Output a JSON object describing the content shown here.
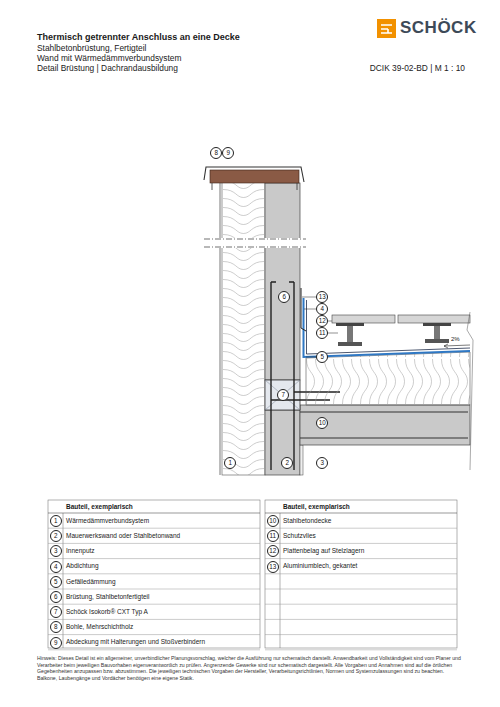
{
  "diagram": {
    "title": "Thermisch getrennter Anschluss an eine Decke",
    "labels": [
      "SCHÖCK",
      "Stahlbetonbrüstung, Fertigteil",
      "Wand mit Wärmedämmverbundsystem",
      "Detail Brüstung | Dachrandausbildung",
      "DCIK 39-02-BD | M 1 : 10",
      "8",
      "9",
      "6",
      "13",
      "4",
      "12",
      "11",
      "5",
      "7",
      "10",
      "1",
      "2",
      "3",
      "2%",
      "Bauteil, exemplarisch",
      "Bauteil, exemplarisch",
      "1",
      "Wärmedämmverbundsystem",
      "2",
      "Mauerwerkswand oder Stahlbetonwand",
      "3",
      "Innenputz",
      "4",
      "Abdichtung",
      "5",
      "Gefälledämmung",
      "6",
      "Brüstung, Stahlbetonfertigteil",
      "7",
      "Schöck Isokorb® CXT Typ A",
      "8",
      "Bohle, Mehrschichtholz",
      "9",
      "Abdeckung mit Halterungen und Stoßverbindern",
      "10",
      "Stahlbetondecke",
      "11",
      "Schutzvlies",
      "12",
      "Plattenbelag auf Stelzlagern",
      "13",
      "Aluminiumblech, gekantet",
      "Hinweis: Dieses Detail ist ein allgemeiner, unverbindlicher Planungsvorschlag, welcher die Ausführung nur schematisch darstellt. Anwendbarkeit und Vollständigkeit sind vom Planer und Verarbeiter beim jeweiligen Bauvorhaben eigenverantwortlich zu prüfen. Angrenzende Gewerke sind nur schematisch dargestellt. Alle Vorgaben und Annahmen sind auf die örtlichen Gegebenheiten anzupassen bzw. abzustimmen. Die jeweiligen technischen Vorgaben der Hersteller, Verarbeitungsrichtlinien, Normen und Systemzulassungen sind zu beachten. Balkone, Laubengänge und Vordächer benötigen eine eigene Statik."
    ]
  }
}
